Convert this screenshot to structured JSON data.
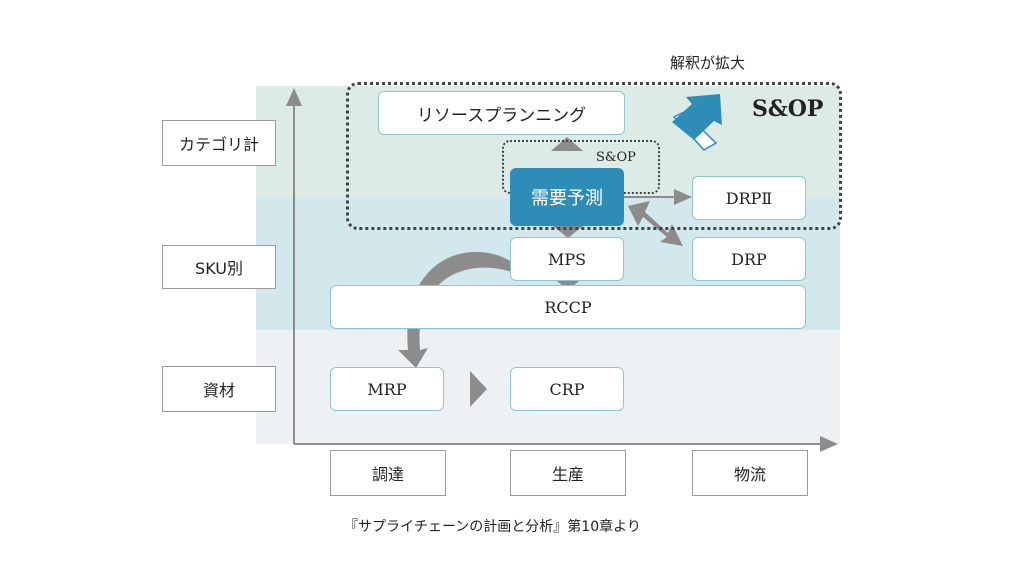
{
  "scope_label": "解釈が拡大",
  "sop_big": "S&OP",
  "sop_small": "S&OP",
  "rows": {
    "category": "カテゴリ計",
    "sku": "SKU別",
    "material": "資材"
  },
  "columns": {
    "procurement": "調達",
    "production": "生産",
    "logistics": "物流"
  },
  "boxes": {
    "resource_planning": "リソースプランニング",
    "demand_forecast": "需要予測",
    "drp2": "DRPⅡ",
    "mps": "MPS",
    "drp": "DRP",
    "rccp": "RCCP",
    "mrp": "MRP",
    "crp": "CRP"
  },
  "caption": "『サプライチェーンの計画と分析』第10章より",
  "colors": {
    "accent_blue": "#2e8db7",
    "band_category": "#dcebe6",
    "band_sku": "#d2e8ec",
    "band_material": "#eef1f4",
    "arrow_gray": "#8c8c8c"
  }
}
